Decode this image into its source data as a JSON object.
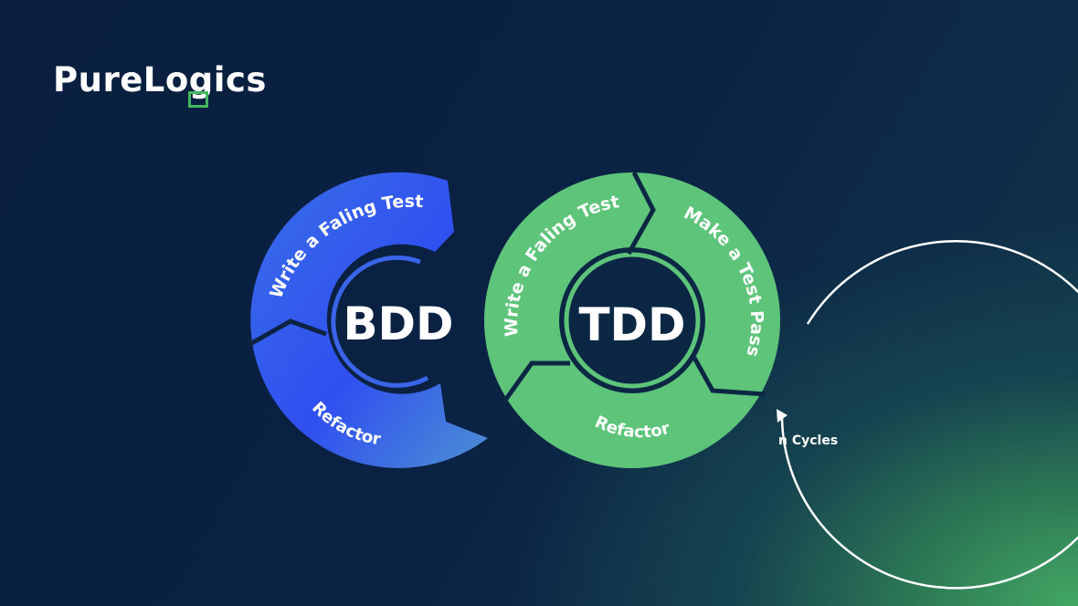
{
  "brand": {
    "name": "PureLogics",
    "accent": "#43b861"
  },
  "bdd": {
    "label": "BDD",
    "color_from": "#2d4ff0",
    "color_to": "#4a8ad6",
    "segments": [
      {
        "label": "Write a Faling Test"
      },
      {
        "label": "Refactor"
      }
    ]
  },
  "tdd": {
    "label": "TDD",
    "color": "#5ec47a",
    "segments": [
      {
        "label": "Write a Faling Test"
      },
      {
        "label": "Make a Test Pass"
      },
      {
        "label": "Refactor"
      }
    ]
  },
  "cycles_label": "n Cycles"
}
